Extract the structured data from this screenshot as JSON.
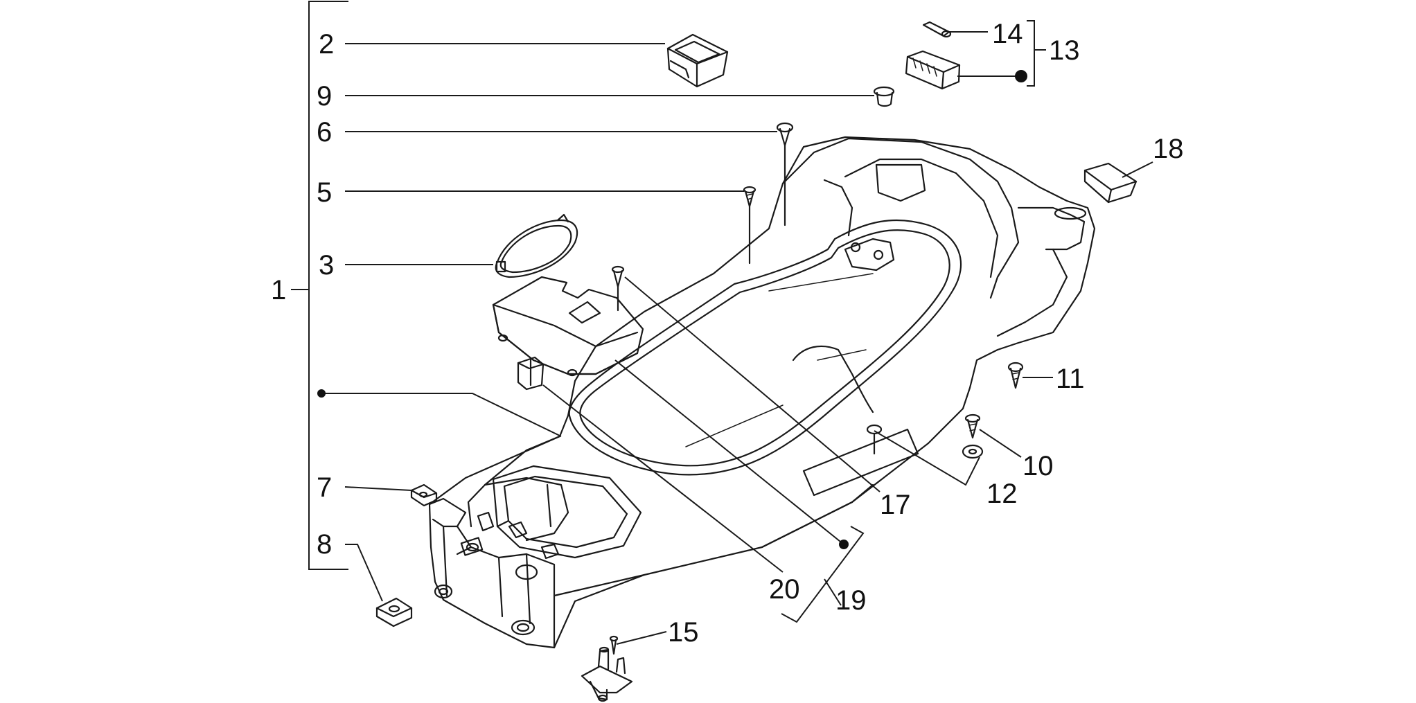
{
  "callouts": {
    "c1": "1",
    "c2": "2",
    "c3": "3",
    "c5": "5",
    "c6": "6",
    "c7": "7",
    "c8": "8",
    "c9": "9",
    "c10": "10",
    "c11": "11",
    "c12": "12",
    "c13": "13",
    "c14": "14",
    "c15": "15",
    "c17": "17",
    "c18": "18",
    "c19": "19",
    "c20": "20"
  },
  "colors": {
    "line": "#1a1a1a",
    "background": "#ffffff"
  }
}
